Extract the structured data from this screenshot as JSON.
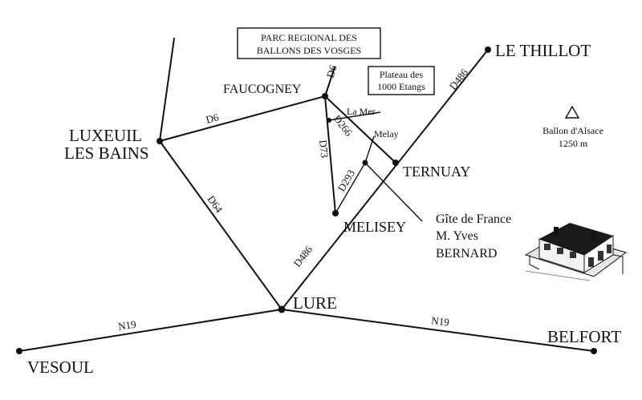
{
  "park": {
    "line1": "PARC REGIONAL DES",
    "line2": "BALLONS DES VOSGES"
  },
  "plateau": {
    "line1": "Plateau des",
    "line2": "1000 Etangs"
  },
  "towns": {
    "le_thillot": "LE THILLOT",
    "faucogney": "FAUCOGNEY",
    "luxeuil_line1": "LUXEUIL",
    "luxeuil_line2": "LES BAINS",
    "ternuay": "TERNUAY",
    "melisey": "MELISEY",
    "lure": "LURE",
    "vesoul": "VESOUL",
    "belfort": "BELFORT",
    "la_mer": "La Mer",
    "melay": "Melay"
  },
  "roads": {
    "d6_top": "D6",
    "d6_left": "D6",
    "d486_top": "D486",
    "d266": "D266",
    "d73": "D73",
    "d293": "D293",
    "d64": "D64",
    "d486_bottom": "D486",
    "n19_left": "N19",
    "n19_right": "N19"
  },
  "ballon": {
    "line1": "Ballon d'Alsace",
    "line2": "1250 m"
  },
  "gite": {
    "line1": "Gîte de France",
    "line2": "M. Yves",
    "line3": "BERNARD"
  }
}
